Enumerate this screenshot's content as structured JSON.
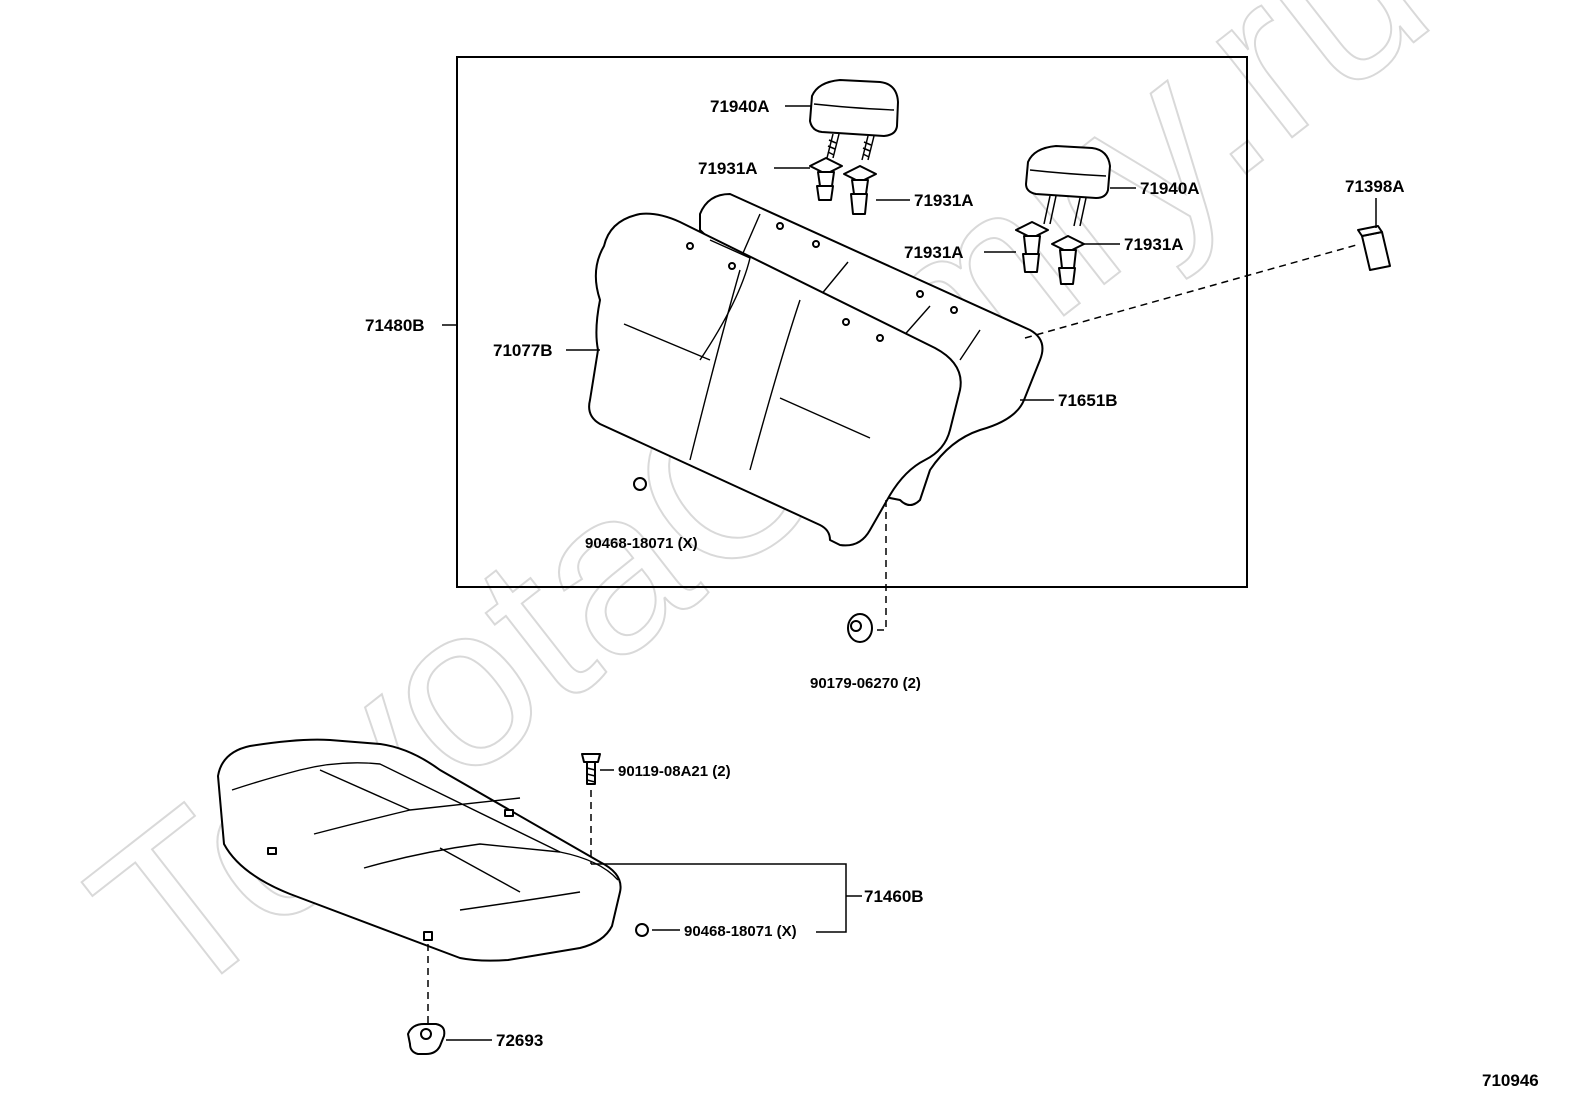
{
  "diagram": {
    "watermark": "ToyotaCamry.ru",
    "figure_number": "710946",
    "parts": {
      "headrest_left": "71940A",
      "headrest_right": "71940A",
      "support_l1": "71931A",
      "support_l2": "71931A",
      "support_r1": "71931A",
      "support_r2": "71931A",
      "seatback_assy": "71480B",
      "seatback_cover": "71077B",
      "seatback_pad": "71651B",
      "hog_ring_back": "90468-18071 (X)",
      "clip_71398": "71398A",
      "nut": "90179-06270 (2)",
      "bolt": "90119-08A21 (2)",
      "cushion_assy": "71460B",
      "hog_ring_cushion": "90468-18071 (X)",
      "hook": "72693"
    }
  }
}
